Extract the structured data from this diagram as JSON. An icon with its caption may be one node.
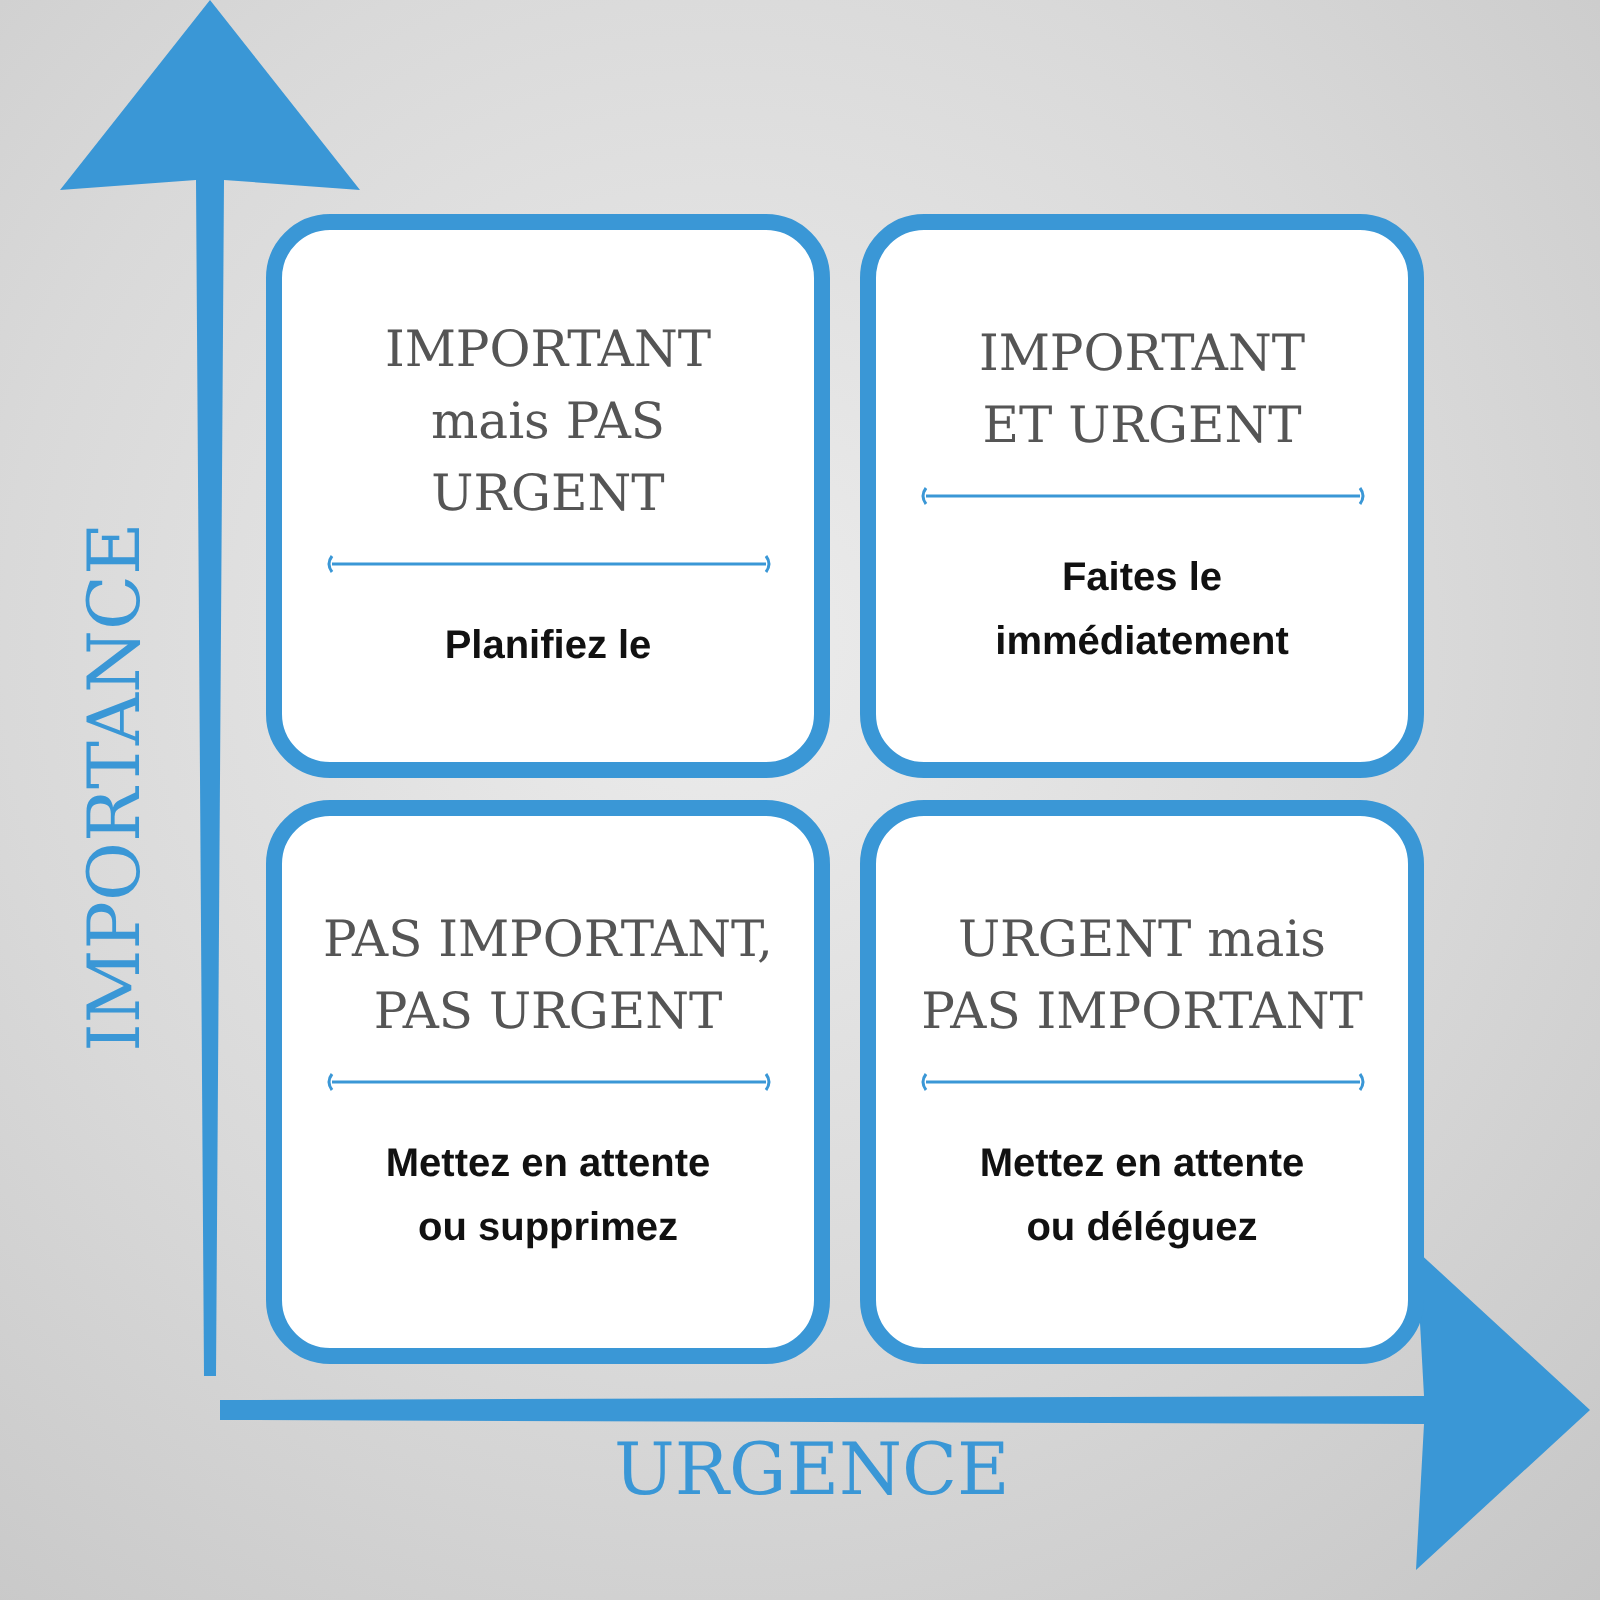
{
  "diagram": {
    "nodes": [
      {
        "text": [
          "IMPORTANT mais PAS URGENT",
          "Planifiez le"
        ]
      },
      {
        "text": [
          "IMPORTANT ET URGENT",
          "Faites le immédiatement"
        ]
      },
      {
        "text": [
          "PAS IMPORTANT, PAS URGENT",
          "Mettez en attente ou supprimez"
        ]
      },
      {
        "text": [
          "URGENT mais PAS IMPORTANT",
          "Mettez en attente ou déléguez"
        ]
      }
    ],
    "labels": [
      "IMPORTANCE",
      "URGENCE"
    ]
  }
}
